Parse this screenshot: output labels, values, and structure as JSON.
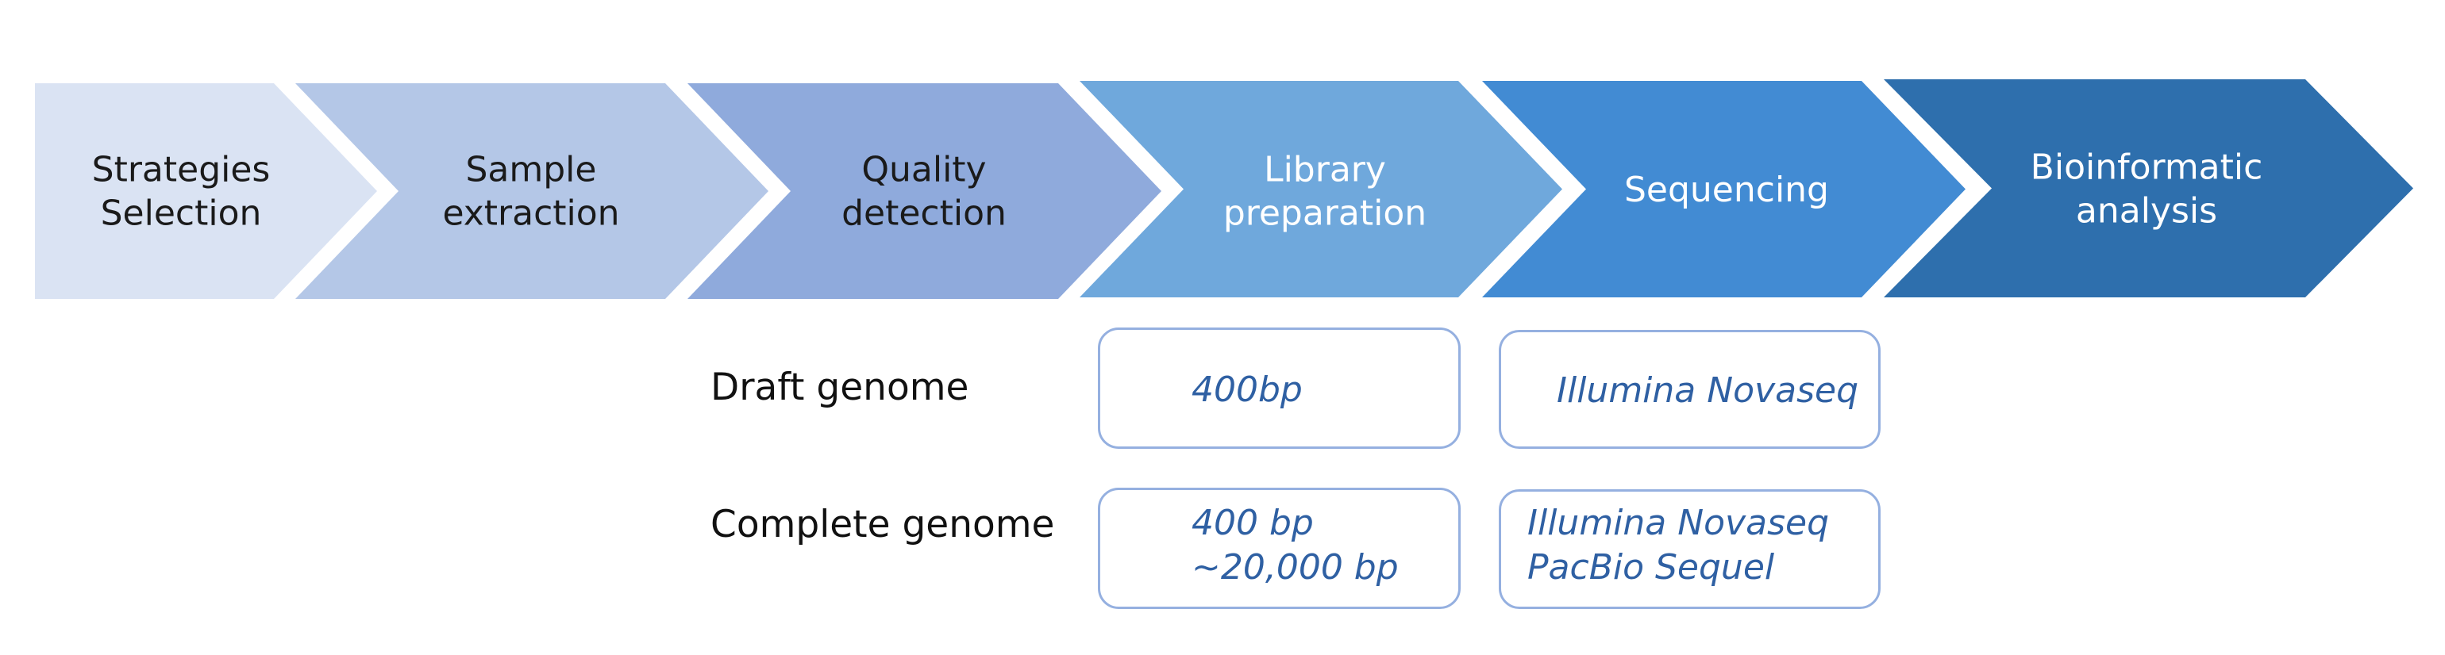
{
  "steps": [
    {
      "id": "strategies-selection",
      "lines": [
        "Strategies",
        "Selection"
      ],
      "fill": "#dae3f3",
      "text_color": "#1a1a1a"
    },
    {
      "id": "sample-extraction",
      "lines": [
        "Sample",
        "extraction"
      ],
      "fill": "#b4c7e7",
      "text_color": "#1a1a1a"
    },
    {
      "id": "quality-detection",
      "lines": [
        "Quality",
        "detection"
      ],
      "fill": "#8faadc",
      "text_color": "#1a1a1a"
    },
    {
      "id": "library-preparation",
      "lines": [
        "Library",
        "preparation"
      ],
      "fill": "#6fa8dc",
      "text_color": "#ffffff"
    },
    {
      "id": "sequencing",
      "lines": [
        "Sequencing"
      ],
      "fill": "#428bd3",
      "text_color": "#ffffff"
    },
    {
      "id": "bioinformatic-analysis",
      "lines": [
        "Bioinformatic",
        "analysis"
      ],
      "fill": "#2e6fad",
      "text_color": "#ffffff"
    }
  ],
  "rows": [
    {
      "label": "Draft  genome",
      "library": [
        "400bp"
      ],
      "sequencing": [
        "Illumina Novaseq"
      ]
    },
    {
      "label": "Complete genome",
      "library": [
        "400 bp",
        "~20,000 bp"
      ],
      "sequencing": [
        "Illumina Novaseq",
        "PacBio Sequel"
      ]
    }
  ],
  "colors": {
    "box_border": "#95b0e0",
    "box_text": "#2f60a3",
    "label_text": "#111111"
  }
}
